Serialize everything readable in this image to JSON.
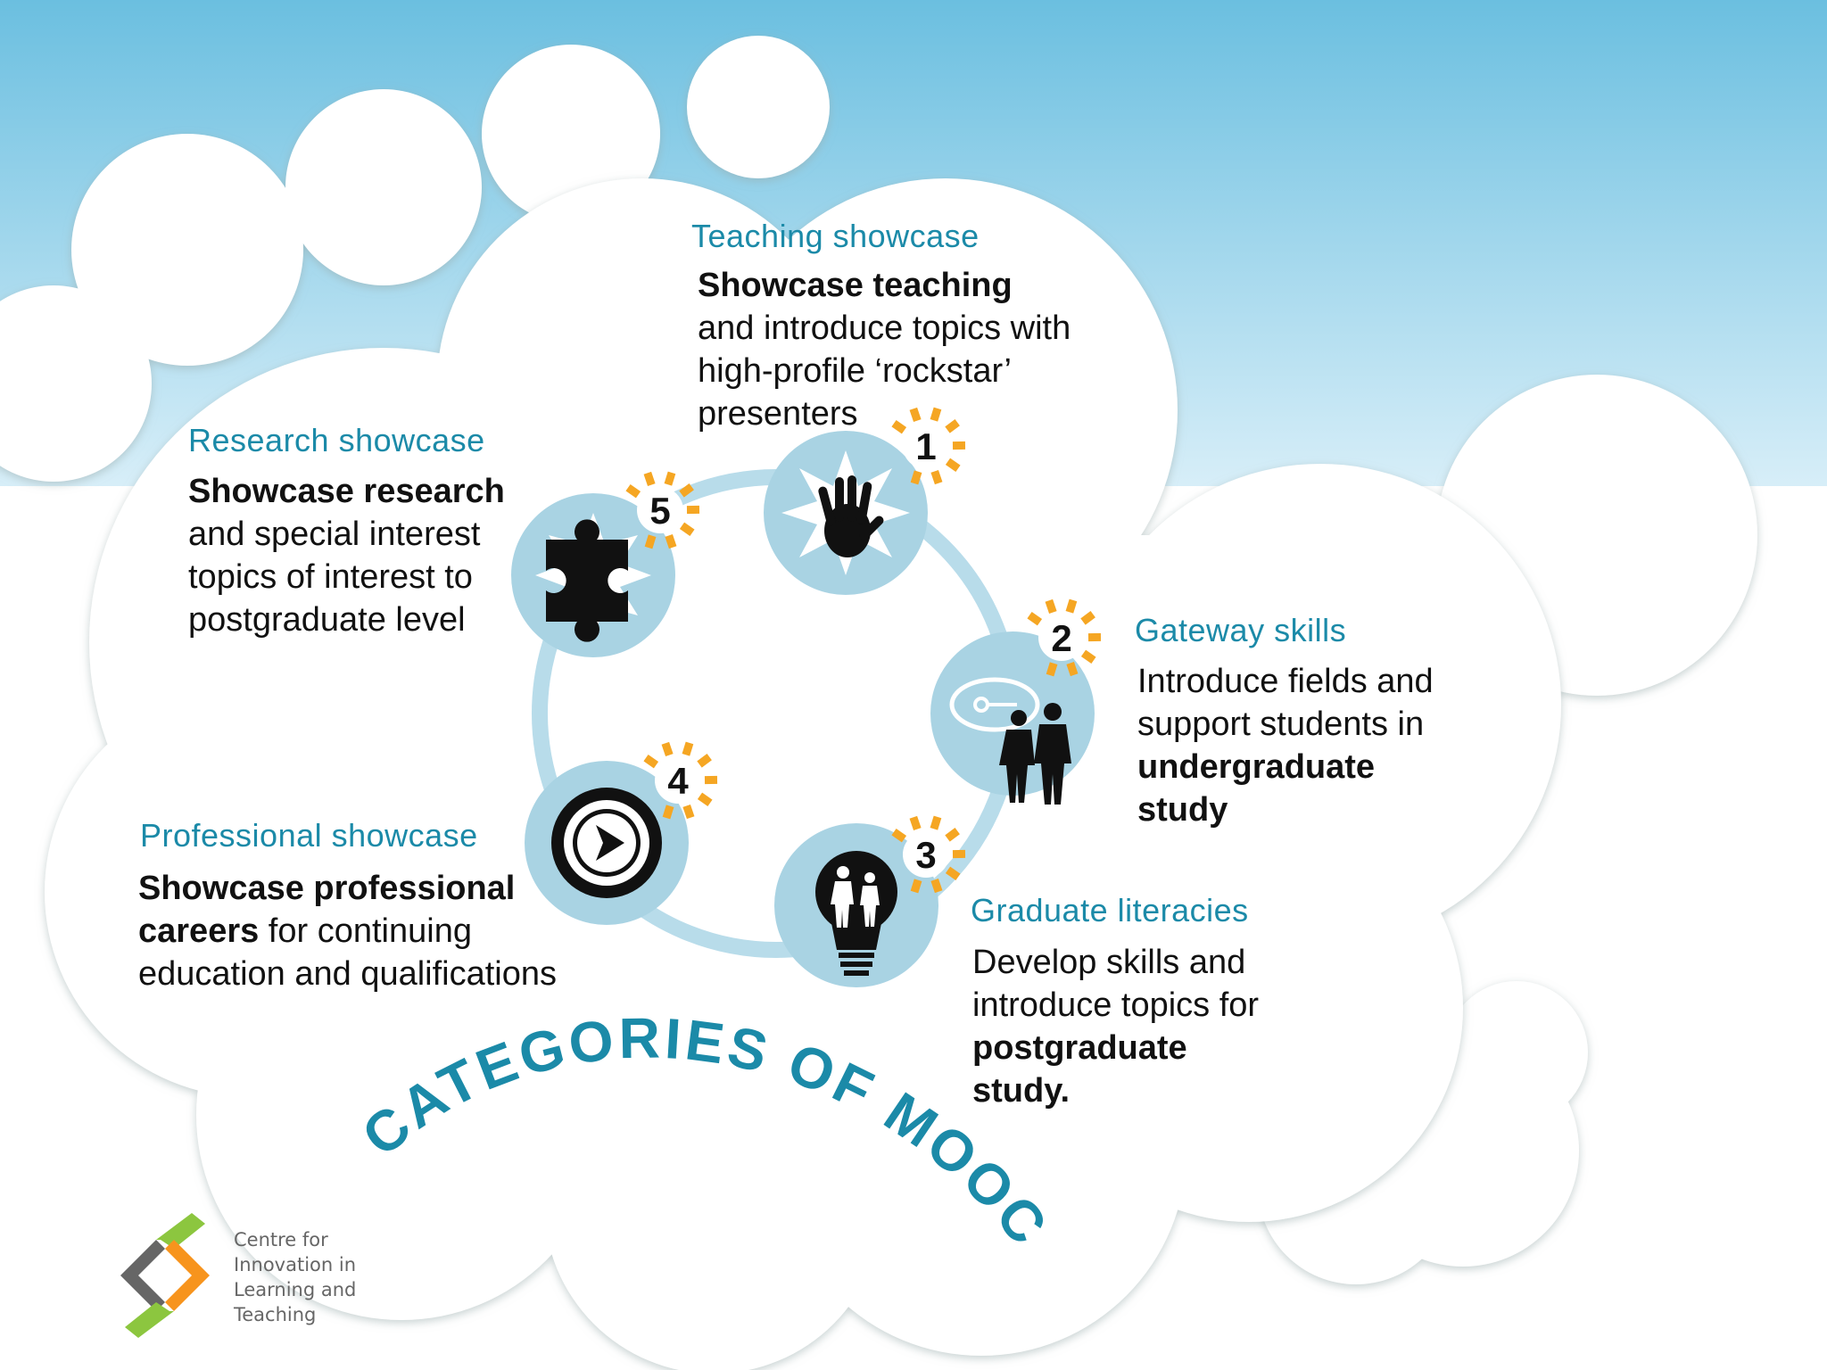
{
  "diagram_title": "CATEGORIES OF MOOCS",
  "colors": {
    "sky": "#7ec8e3",
    "accent_teal": "#1b8aa8",
    "circle_blue": "#a9d3e3",
    "ring": "#b8dcea",
    "sun_orange": "#f5a623"
  },
  "categories": [
    {
      "number": "1",
      "heading": "Teaching showcase",
      "icon": "hand-icon",
      "desc_bold": "Showcase teaching",
      "desc_lines": [
        "and introduce topics with",
        "high-profile ‘rockstar’",
        "presenters"
      ]
    },
    {
      "number": "2",
      "heading": "Gateway skills",
      "icon": "people-key-cloud-icon",
      "desc_lines": [
        "Introduce fields and",
        "support students in"
      ],
      "desc_bold_lines": [
        "undergraduate",
        "study"
      ]
    },
    {
      "number": "3",
      "heading": "Graduate literacies",
      "icon": "lightbulb-people-icon",
      "desc_lines": [
        "Develop skills and",
        "introduce topics for"
      ],
      "desc_bold_lines": [
        "postgraduate",
        "study."
      ]
    },
    {
      "number": "4",
      "heading": "Professional showcase",
      "icon": "play-button-icon",
      "desc_bold": "Showcase professional",
      "desc_bold_inline": "careers",
      "desc_inline_rest": " for continuing",
      "desc_lines": [
        "education and qualifications"
      ]
    },
    {
      "number": "5",
      "heading": "Research showcase",
      "icon": "puzzle-piece-icon",
      "desc_bold": "Showcase research",
      "desc_lines": [
        "and special interest",
        "topics of interest to",
        "postgraduate level"
      ]
    }
  ],
  "logo": {
    "lines": [
      "Centre for",
      "Innovation in",
      "Learning and",
      "Teaching"
    ]
  }
}
